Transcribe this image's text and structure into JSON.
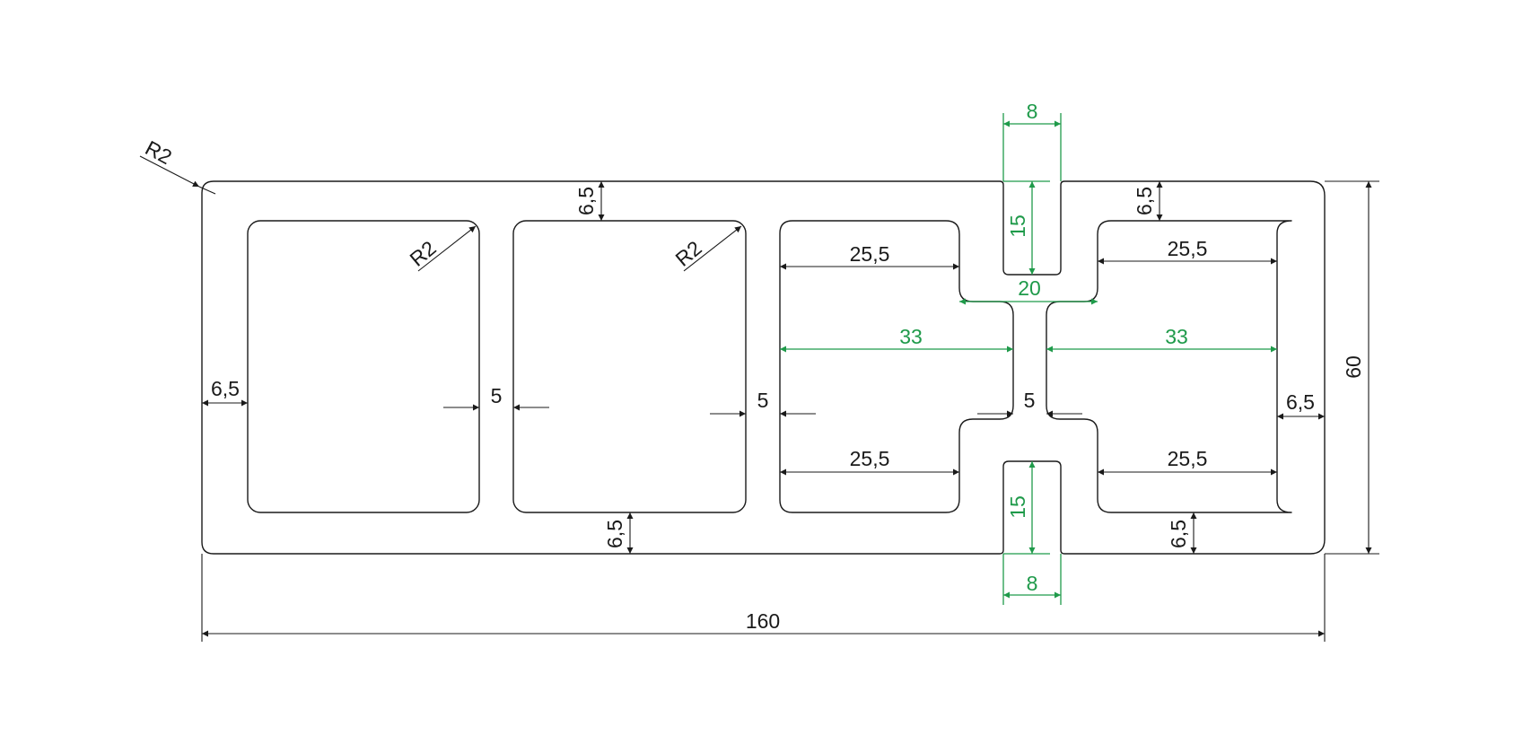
{
  "colors": {
    "outline": "#1a1a1a",
    "dimension_black": "#1a1a1a",
    "dimension_green": "#1f9a4a",
    "background": "#ffffff"
  },
  "dimensions": {
    "corner_radius_outer": "R2",
    "corner_radius_chamber1": "R2",
    "corner_radius_chamber2": "R2",
    "wall_top": "6,5",
    "wall_top_right": "6,5",
    "wall_left": "6,5",
    "wall_right": "6,5",
    "wall_bottom_left": "6,5",
    "wall_bottom_right": "6,5",
    "web_1": "5",
    "web_2": "5",
    "web_center": "5",
    "slot_width_top": "8",
    "slot_width_bottom": "8",
    "slot_depth_top": "15",
    "slot_depth_bottom": "15",
    "neck_width": "20",
    "chamber3_top_width": "25,5",
    "chamber3_bottom_width": "25,5",
    "chamber4_top_width": "25,5",
    "chamber4_bottom_width": "25,5",
    "chamber3_mid_width": "33",
    "chamber4_mid_width": "33",
    "overall_width": "160",
    "overall_height": "60"
  }
}
